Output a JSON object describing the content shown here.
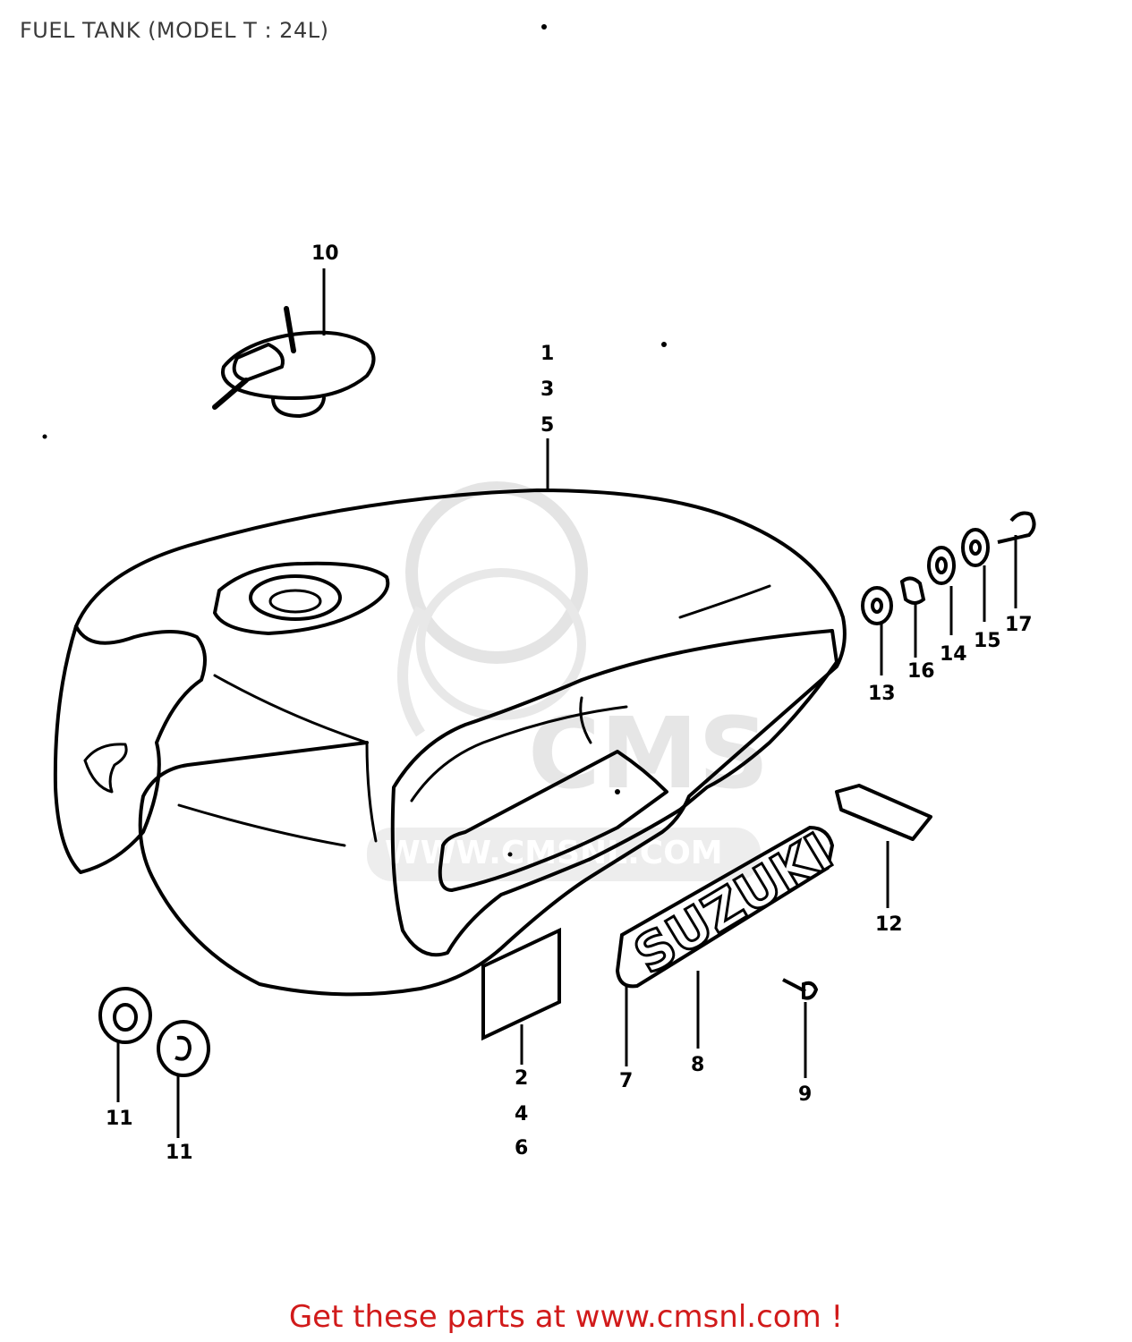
{
  "diagram": {
    "title": "FUEL TANK (MODEL T : 24L)",
    "callouts": {
      "c10": "10",
      "c1_3_5": [
        "1",
        "3",
        "5"
      ],
      "c2_4_6": [
        "2",
        "4",
        "6"
      ],
      "c7": "7",
      "c8": "8",
      "c9": "9",
      "c11a": "11",
      "c11b": "11",
      "c12": "12",
      "c13": "13",
      "c14": "14",
      "c15": "15",
      "c16": "16",
      "c17": "17"
    },
    "emblem_text": "SUZUKI",
    "watermark": {
      "logo": "CMS",
      "url": "WWW.CMSNL.COM"
    }
  },
  "footer": {
    "link_text": "Get these parts at www.cmsnl.com !",
    "color": "#d11a1a"
  }
}
